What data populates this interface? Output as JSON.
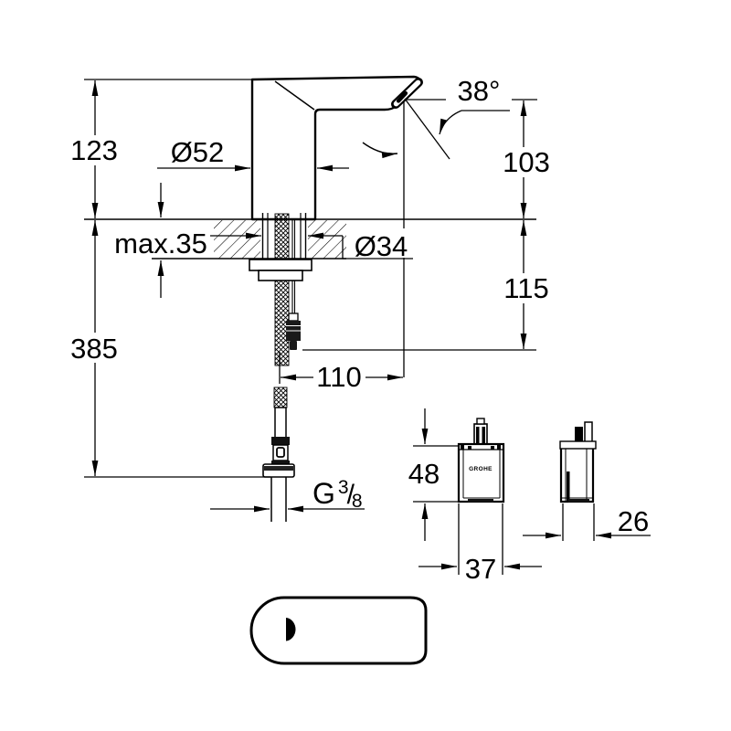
{
  "colors": {
    "line": "#000000",
    "background": "#ffffff",
    "fill_dark": "#111111"
  },
  "labels": {
    "height_above_deck": "123",
    "body_diameter": "Ø52",
    "spout_angle": "38°",
    "spout_outlet_height": "103",
    "deck_thickness": "max.35",
    "hole_diameter": "Ø34",
    "below_deck_clearance": "115",
    "total_height": "385",
    "spout_reach": "110",
    "box_height": "48",
    "box_width": "37",
    "box_depth": "26",
    "logo": "GROHE",
    "thread": {
      "prefix": "G",
      "numerator": "3",
      "slash": "/",
      "denominator": "8"
    }
  }
}
